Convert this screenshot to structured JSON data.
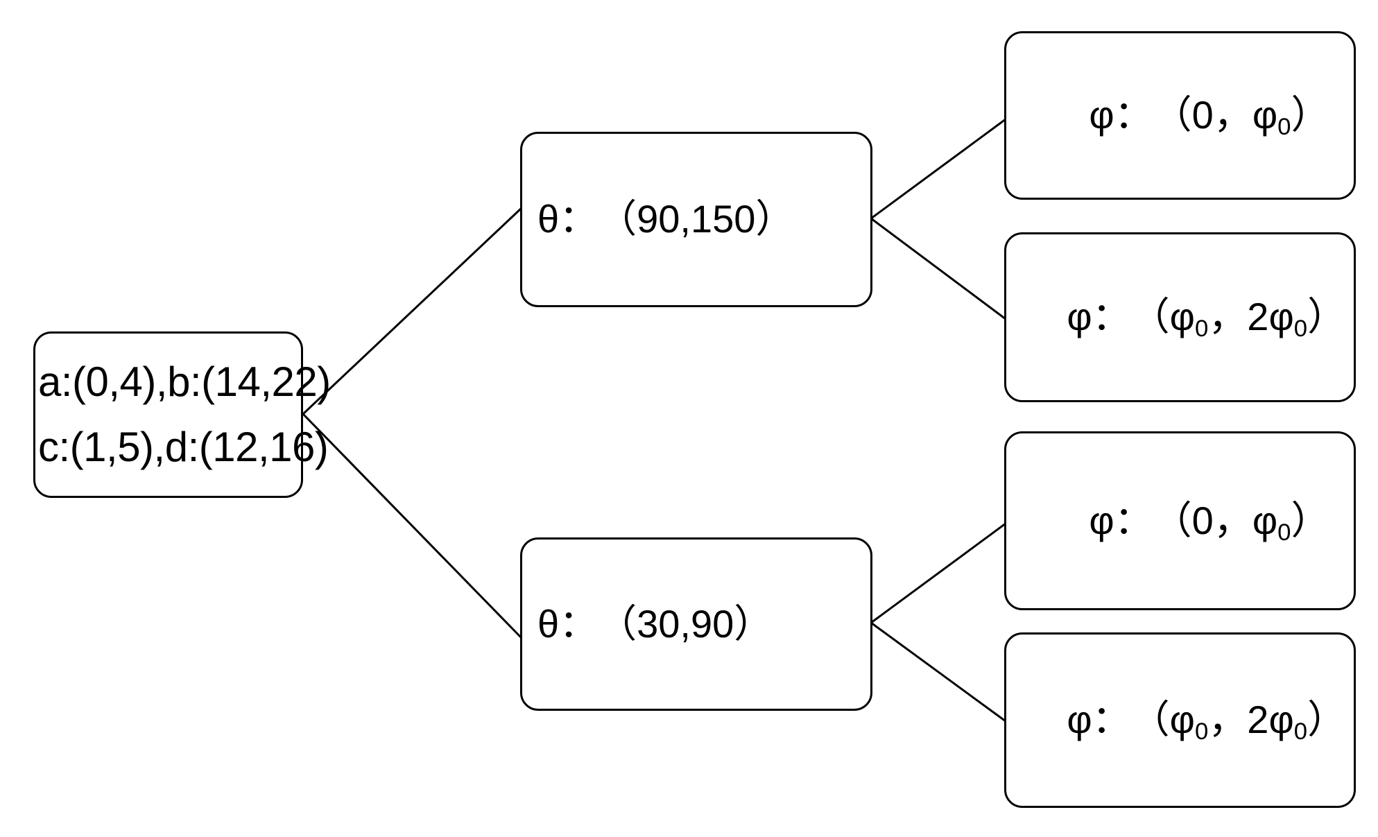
{
  "diagram": {
    "title": "Parameter interval partition tree",
    "background_color": "#ffffff",
    "stroke_color": "#000000",
    "text_color": "#000000"
  },
  "nodes": {
    "root": {
      "name": "root-interval-node",
      "line_1": "a:(0,4),b:(14,22)",
      "line_2": "c:(1,5),d:(12,16)"
    },
    "theta_top": {
      "name": "theta-node-90-150",
      "text": "θ：　（90,150）"
    },
    "theta_bottom": {
      "name": "theta-node-30-90",
      "text": "θ：　（30,90）"
    },
    "phi_1": {
      "name": "phi-node-0-phi0-top",
      "prefix": "φ：　（0，",
      "phi_symbol": "φ",
      "subscript": "0",
      "suffix": "）"
    },
    "phi_2": {
      "name": "phi-node-phi0-2phi0-top",
      "prefix": "φ：　（",
      "phi_symbol": "φ",
      "subscript": "0",
      "middle": "，2",
      "phi_symbol_2": "φ",
      "subscript_2": "0",
      "suffix": "）"
    },
    "phi_3": {
      "name": "phi-node-0-phi0-bottom",
      "prefix": "φ：　（0，",
      "phi_symbol": "φ",
      "subscript": "0",
      "suffix": "）"
    },
    "phi_4": {
      "name": "phi-node-phi0-2phi0-bottom",
      "prefix": "φ：　（",
      "phi_symbol": "φ",
      "subscript": "0",
      "middle": "，2",
      "phi_symbol_2": "φ",
      "subscript_2": "0",
      "suffix": "）"
    }
  },
  "edges": [
    {
      "name": "edge-root-to-theta-top",
      "from": "root",
      "to": "theta_top"
    },
    {
      "name": "edge-root-to-theta-bottom",
      "from": "root",
      "to": "theta_bottom"
    },
    {
      "name": "edge-theta-top-to-phi-1",
      "from": "theta_top",
      "to": "phi_1"
    },
    {
      "name": "edge-theta-top-to-phi-2",
      "from": "theta_top",
      "to": "phi_2"
    },
    {
      "name": "edge-theta-bottom-to-phi-3",
      "from": "theta_bottom",
      "to": "phi_3"
    },
    {
      "name": "edge-theta-bottom-to-phi-4",
      "from": "theta_bottom",
      "to": "phi_4"
    }
  ]
}
